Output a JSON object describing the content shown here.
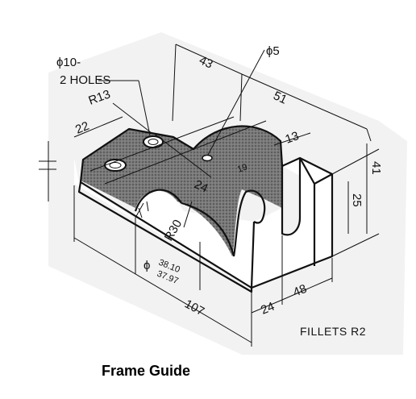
{
  "caption": "Frame Guide",
  "notes": {
    "holes_label_1": "ϕ10-",
    "holes_label_2": "2 HOLES",
    "fillets": "FILLETS R2"
  },
  "dimensions": {
    "d43": "43",
    "d51": "51",
    "d_phi5": "ϕ5",
    "r13": "R13",
    "d22": "22",
    "d13": "13",
    "d41": "41",
    "d25": "25",
    "d24_top": "24",
    "d19": "19",
    "r30": "R30",
    "bore_prefix": "ϕ",
    "bore_upper": "38.10",
    "bore_lower": "37.97",
    "d107": "107",
    "d24_bottom": "24",
    "d48": "48"
  },
  "colors": {
    "ink": "#111111",
    "stipple": "#7a7a7a",
    "paper": "#ffffff"
  }
}
